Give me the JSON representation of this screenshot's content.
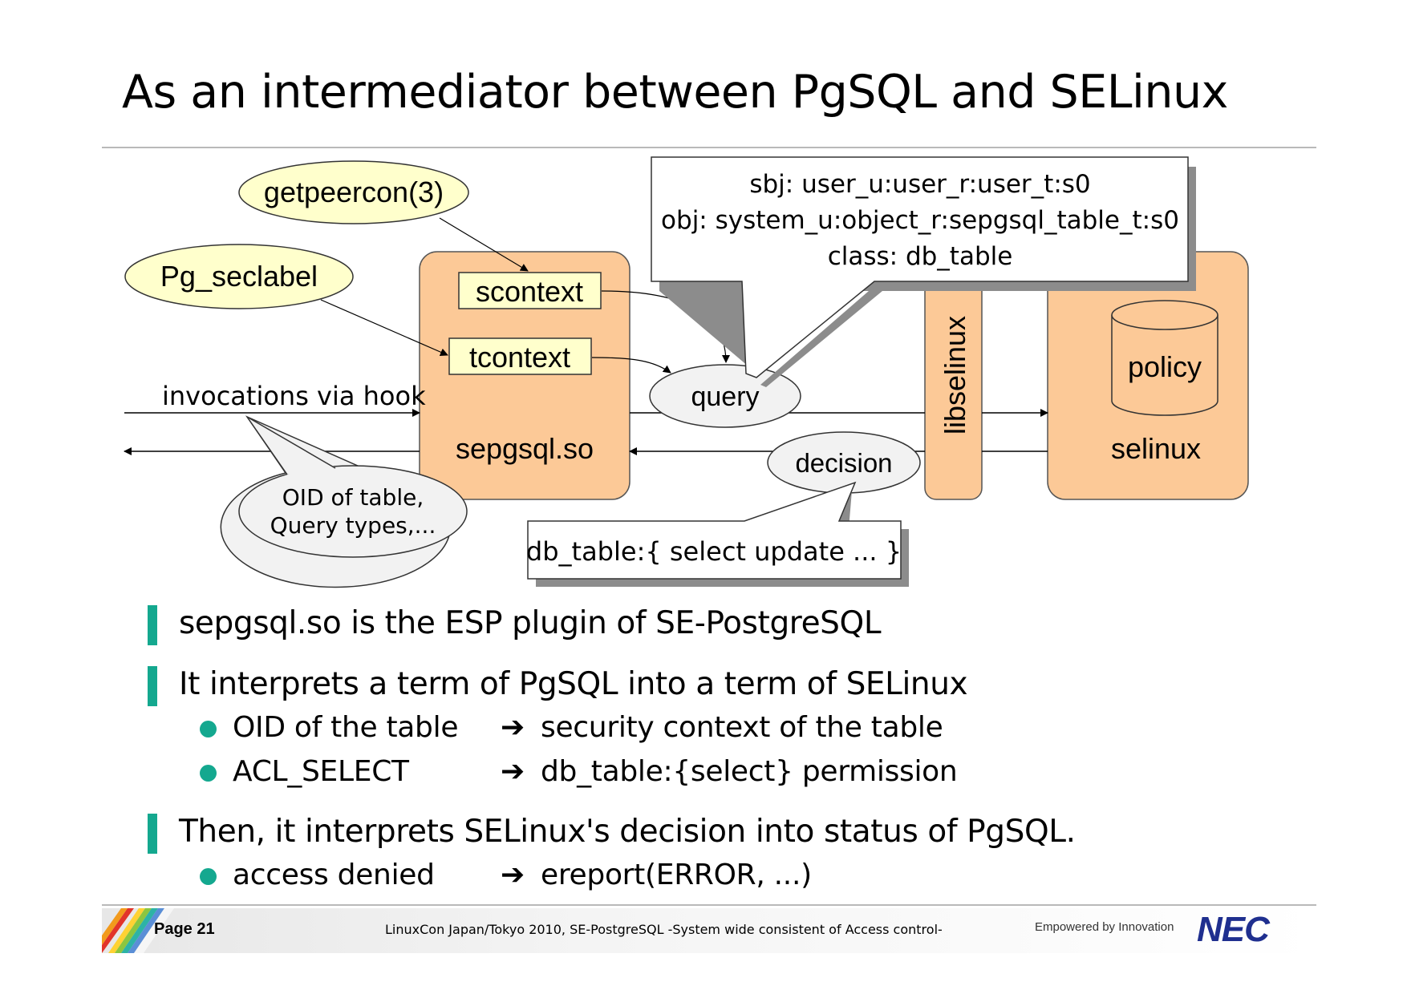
{
  "title": "As an intermediator between PgSQL and SELinux",
  "diagram": {
    "getpeercon": "getpeercon(3)",
    "pg_seclabel": "Pg_seclabel",
    "scontext": "scontext",
    "tcontext": "tcontext",
    "sepgsql": "sepgsql.so",
    "query": "query",
    "decision": "decision",
    "libselinux": "libselinux",
    "policy": "policy",
    "selinux": "selinux",
    "invocations": "invocations via hook",
    "oid_bubble": [
      "OID of table,",
      "Query types,..."
    ],
    "callout_top": [
      "sbj: user_u:user_r:user_t:s0",
      "obj: system_u:object_r:sepgsql_table_t:s0",
      "class: db_table"
    ],
    "callout_bottom": "db_table:{ select update ... }",
    "colors": {
      "box_fill": "#fcc997",
      "ellipse_yellow": "#ffffcc",
      "ellipse_grey": "#f2f2f2",
      "shadow": "#8c8c8c",
      "accent": "#14a88f"
    }
  },
  "bullets": [
    {
      "text": "sepgsql.so is the ESP plugin of SE-PostgreSQL",
      "subs": []
    },
    {
      "text": "It interprets a term of PgSQL into a term of SELinux",
      "subs": [
        {
          "left": "OID of the table",
          "right": "security context of the table"
        },
        {
          "left": "ACL_SELECT",
          "right": "db_table:{select} permission"
        }
      ]
    },
    {
      "text": "Then, it interprets SELinux's decision into status of PgSQL.",
      "subs": [
        {
          "left": "access denied",
          "right": "ereport(ERROR, ...)"
        }
      ]
    }
  ],
  "footer": {
    "page": "Page 21",
    "text": "LinuxCon Japan/Tokyo 2010, SE-PostgreSQL -System wide consistent of Access control-",
    "tagline": "Empowered by Innovation",
    "logo": "NEC"
  }
}
